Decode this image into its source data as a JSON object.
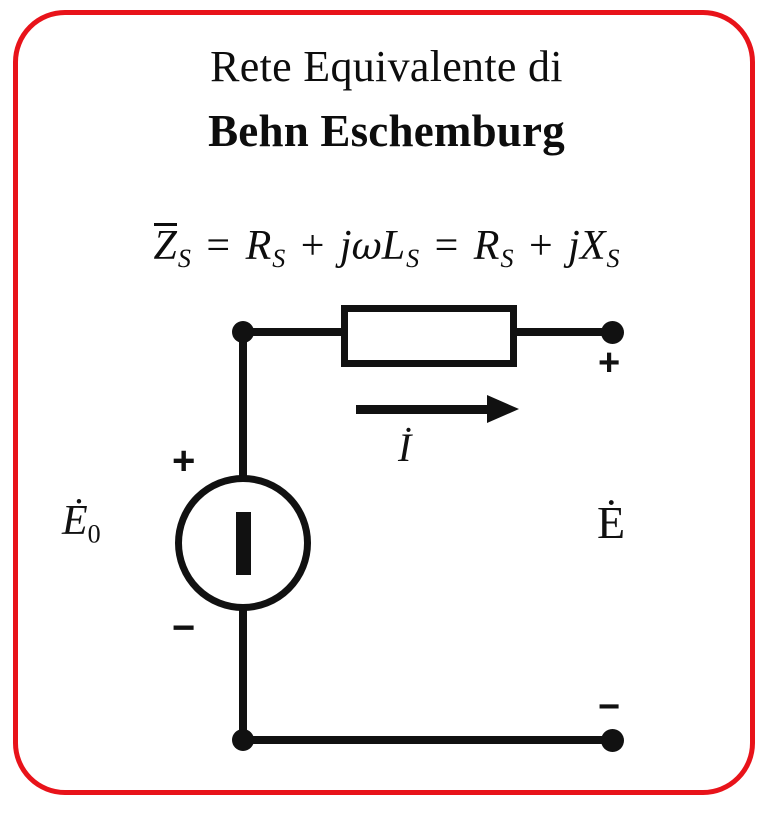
{
  "figure": {
    "title_line1": "Rete Equivalente di",
    "title_line2": "Behn Eschemburg",
    "border_color": "#e8131a",
    "ink_color": "#111111"
  },
  "formula": {
    "full_text": "Z̄S = RS + jωLS = RS + jXS",
    "impedance_symbol": "Z",
    "impedance_subscript": "S",
    "equals_1": "=",
    "resistance_symbol": "R",
    "resistance_subscript": "S",
    "plus_1": "+",
    "j_1": "j",
    "omega": "ω",
    "inductance_symbol": "L",
    "inductance_subscript": "S",
    "equals_2": "=",
    "resistance_symbol_2": "R",
    "resistance_subscript_2": "S",
    "plus_2": "+",
    "j_2": "j",
    "reactance_symbol": "X",
    "reactance_subscript": "S"
  },
  "circuit": {
    "source_label": "Ė",
    "source_label_subscript": "0",
    "output_label": "Ė",
    "current_label": "İ",
    "source_plus": "+",
    "source_minus": "−",
    "terminal_plus": "+",
    "terminal_minus": "−",
    "impedance_box_name": "series impedance Zs",
    "source_type": "ideal AC voltage source"
  }
}
